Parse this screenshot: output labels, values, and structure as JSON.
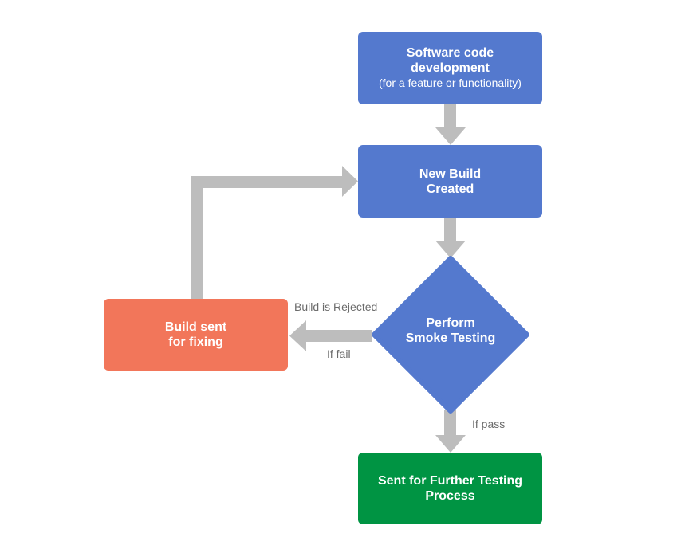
{
  "diagram": {
    "nodes": {
      "development": {
        "title": "Software code development",
        "subtitle": "(for a feature or functionality)"
      },
      "new_build": {
        "line1": "New Build",
        "line2": "Created"
      },
      "smoke_test": {
        "line1": "Perform",
        "line2": "Smoke Testing"
      },
      "fixing": {
        "line1": "Build sent",
        "line2": "for fixing"
      },
      "further_testing": {
        "line1": "Sent for Further Testing",
        "line2": "Process"
      }
    },
    "edges": {
      "rejected": "Build is Rejected",
      "fail": "If fail",
      "pass": "If pass"
    },
    "colors": {
      "process": "#5479ce",
      "decision": "#5479ce",
      "rejected_step": "#f2765a",
      "success_step": "#009443",
      "arrow": "#bdbdbd",
      "edge_label": "#6b6b6b"
    }
  }
}
